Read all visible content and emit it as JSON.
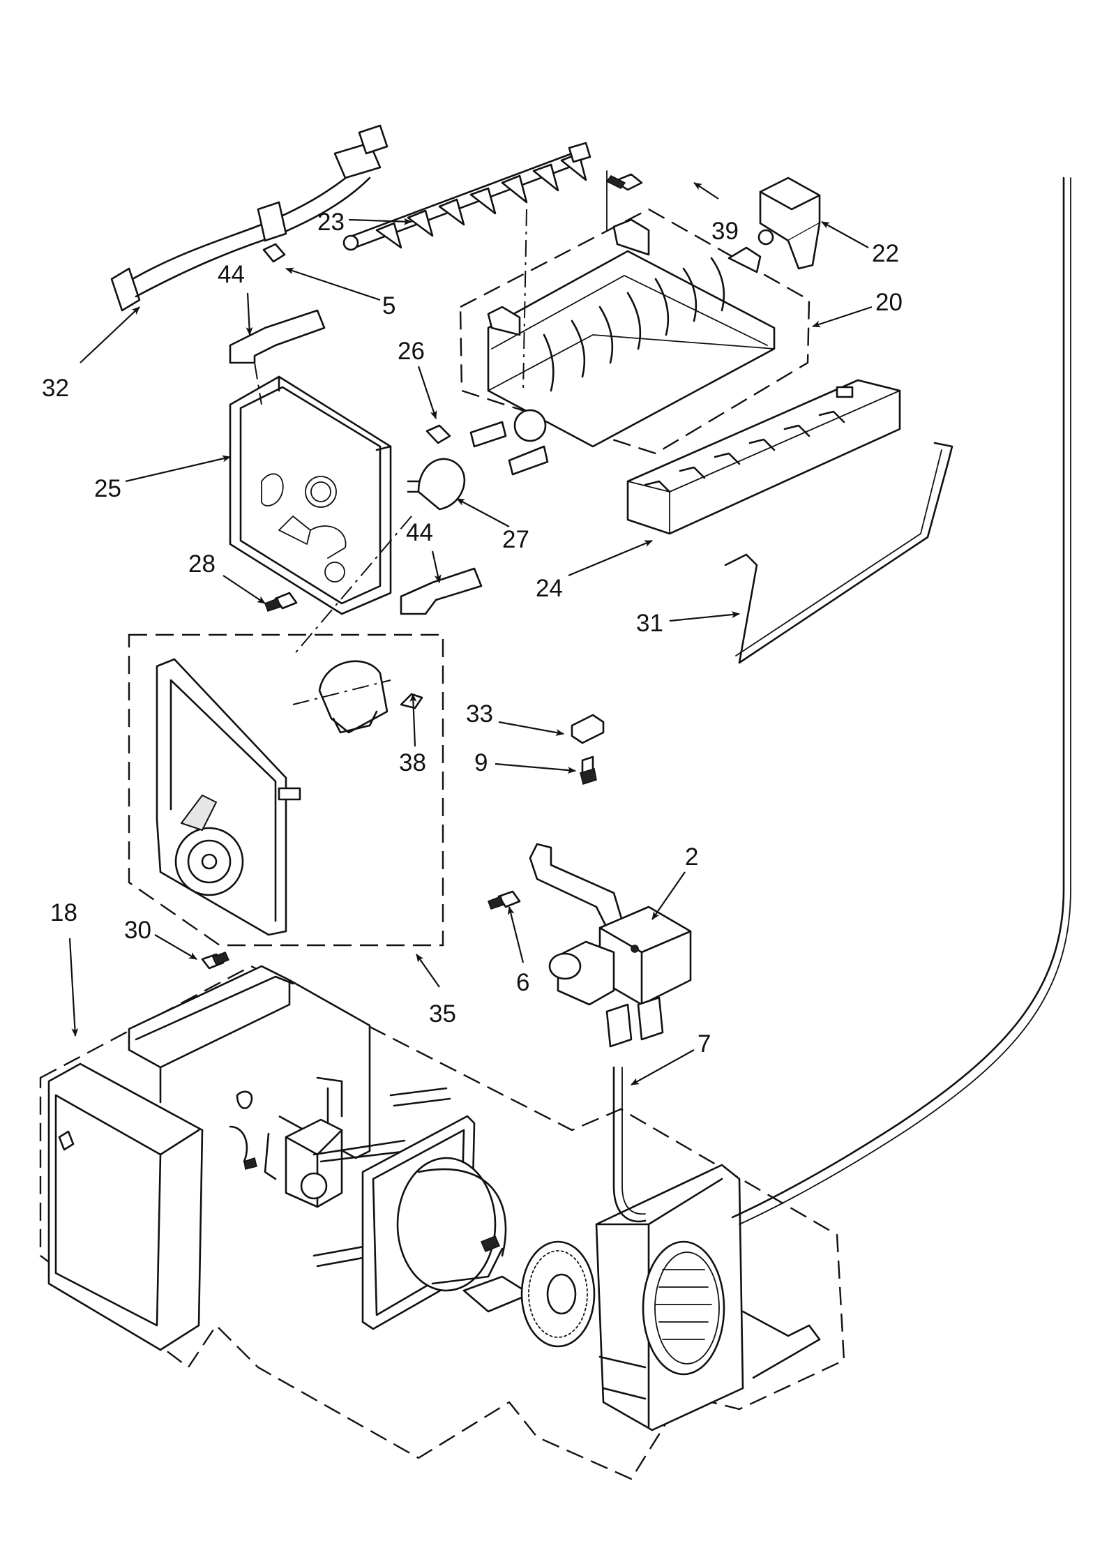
{
  "callouts": {
    "c2": "2",
    "c5": "5",
    "c6": "6",
    "c7": "7",
    "c9": "9",
    "c18": "18",
    "c20": "20",
    "c22": "22",
    "c23": "23",
    "c24": "24",
    "c25": "25",
    "c26": "26",
    "c27": "27",
    "c28": "28",
    "c30": "30",
    "c31": "31",
    "c32": "32",
    "c33": "33",
    "c35": "35",
    "c38": "38",
    "c39": "39",
    "c44a": "44",
    "c44b": "44"
  }
}
